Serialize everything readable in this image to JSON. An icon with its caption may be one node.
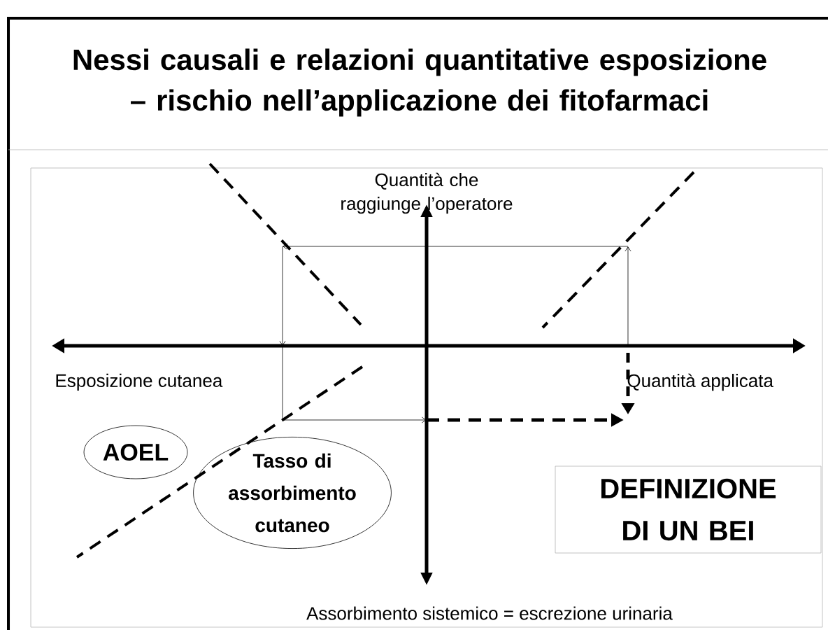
{
  "diagram": {
    "title": "Nessi causali e relazioni quantitative esposizione – rischio nell’applicazione dei fitofarmaci",
    "nodes": [
      {
        "text": [
          "AOEL"
        ]
      },
      {
        "text": [
          "Tasso di assorbimento cutaneo"
        ]
      },
      {
        "text": [
          "DEFINIZIONE DI UN BEI"
        ]
      }
    ],
    "labels": [
      "Quantità che raggiunge l’operatore",
      "Esposizione cutanea",
      "Quantità applicata",
      "Assorbimento sistemico = escrezione urinaria"
    ]
  }
}
